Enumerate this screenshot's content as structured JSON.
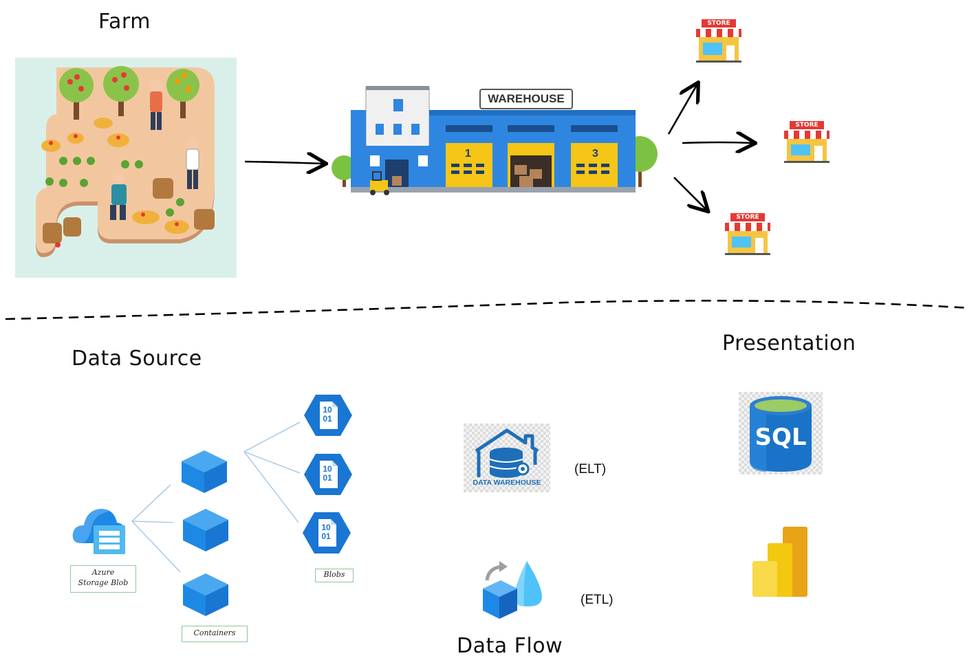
{
  "top": {
    "farm_title": "Farm",
    "warehouse_sign": "WAREHOUSE",
    "door_numbers": [
      "1",
      "3"
    ],
    "store_sign": "STORE"
  },
  "bottom": {
    "data_source_title": "Data Source",
    "presentation_title": "Presentation",
    "data_flow_title": "Data Flow",
    "azure_storage_blob_label_line1": "Azure",
    "azure_storage_blob_label_line2": "Storage Blob",
    "containers_label": "Containers",
    "blobs_label": "Blobs",
    "blob_icon_text_line1": "10",
    "blob_icon_text_line2": "01",
    "data_warehouse_label": "DATA WAREHOUSE",
    "elt_label": "(ELT)",
    "etl_label": "(ETL)",
    "sql_label": "SQL"
  },
  "colors": {
    "azure_blue": "#1e88e5",
    "blob_hex_blue": "#1976d2",
    "sql_blue": "#1a73c9",
    "powerbi_yellow": "#f2c811",
    "warehouse_blue": "#2f86e0",
    "door_yellow": "#f5c518",
    "store_red": "#e53935"
  }
}
